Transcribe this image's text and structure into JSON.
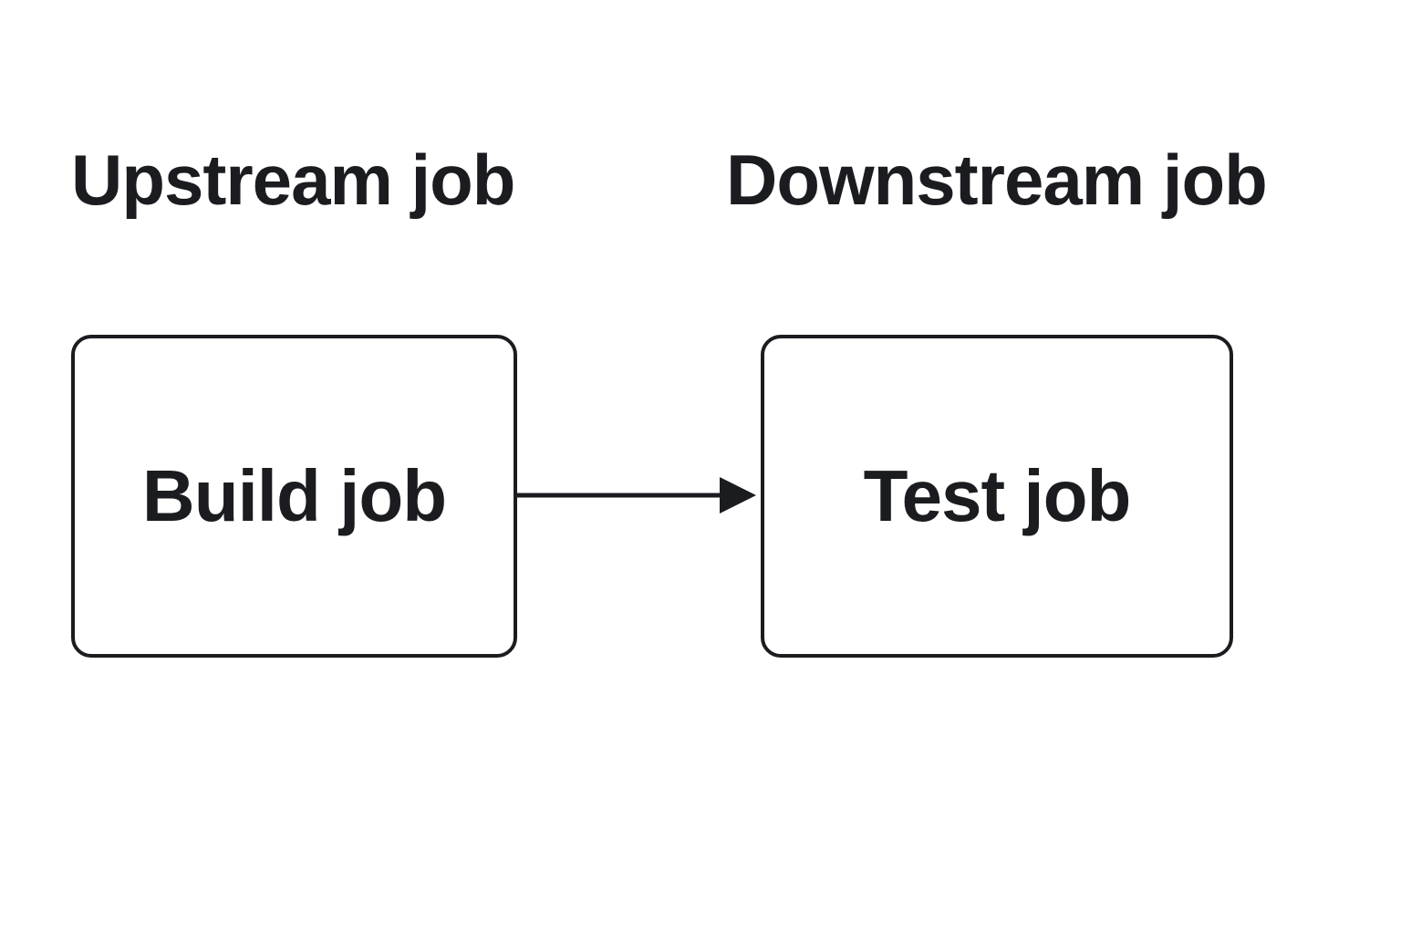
{
  "headings": {
    "upstream": "Upstream job",
    "downstream": "Downstream job"
  },
  "nodes": [
    {
      "id": "build",
      "label": "Build job"
    },
    {
      "id": "test",
      "label": "Test job"
    }
  ],
  "edges": [
    {
      "from": "build",
      "to": "test",
      "direction": "right"
    }
  ],
  "colors": {
    "ink": "#1b1c20",
    "background": "#ffffff"
  }
}
